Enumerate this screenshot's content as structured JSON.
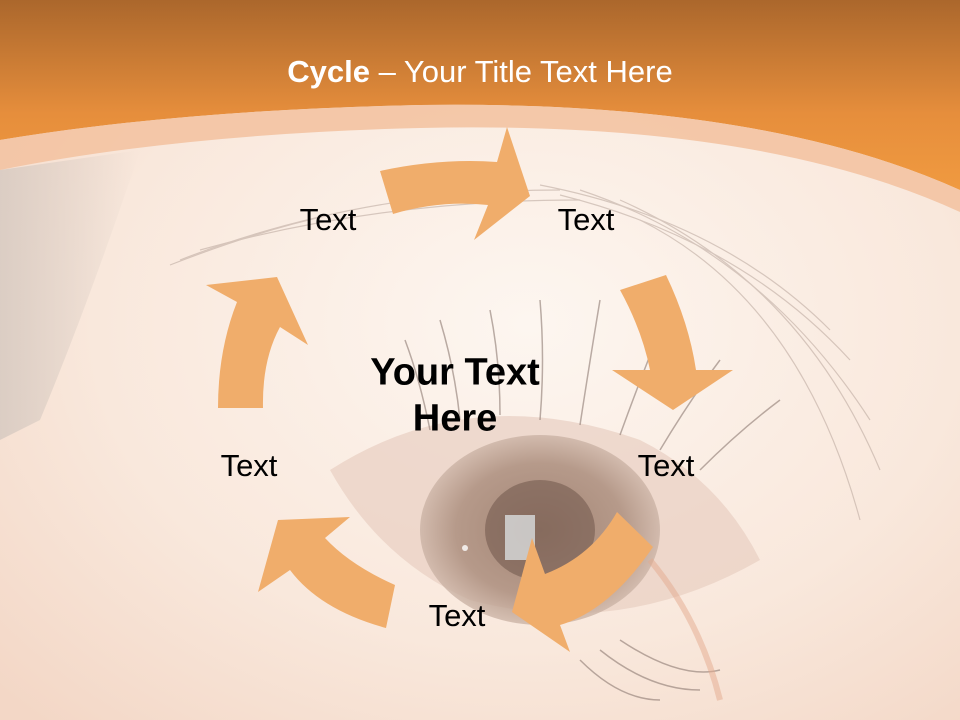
{
  "slide": {
    "title": {
      "bold": "Cycle",
      "rest": " – Your Title Text Here"
    },
    "center_text": "Your Text Here",
    "nodes": [
      {
        "label": "Text",
        "position": "top-left"
      },
      {
        "label": "Text",
        "position": "top-right"
      },
      {
        "label": "Text",
        "position": "right"
      },
      {
        "label": "Text",
        "position": "bottom"
      },
      {
        "label": "Text",
        "position": "left"
      }
    ],
    "colors": {
      "header_top": "#b06a2c",
      "header_bottom": "#ef9a3e",
      "band": "#f3c3a2",
      "arrow": "#f0ad6b",
      "background": "#fbeee4",
      "title_text": "#ffffff",
      "label_text": "#000000"
    }
  }
}
